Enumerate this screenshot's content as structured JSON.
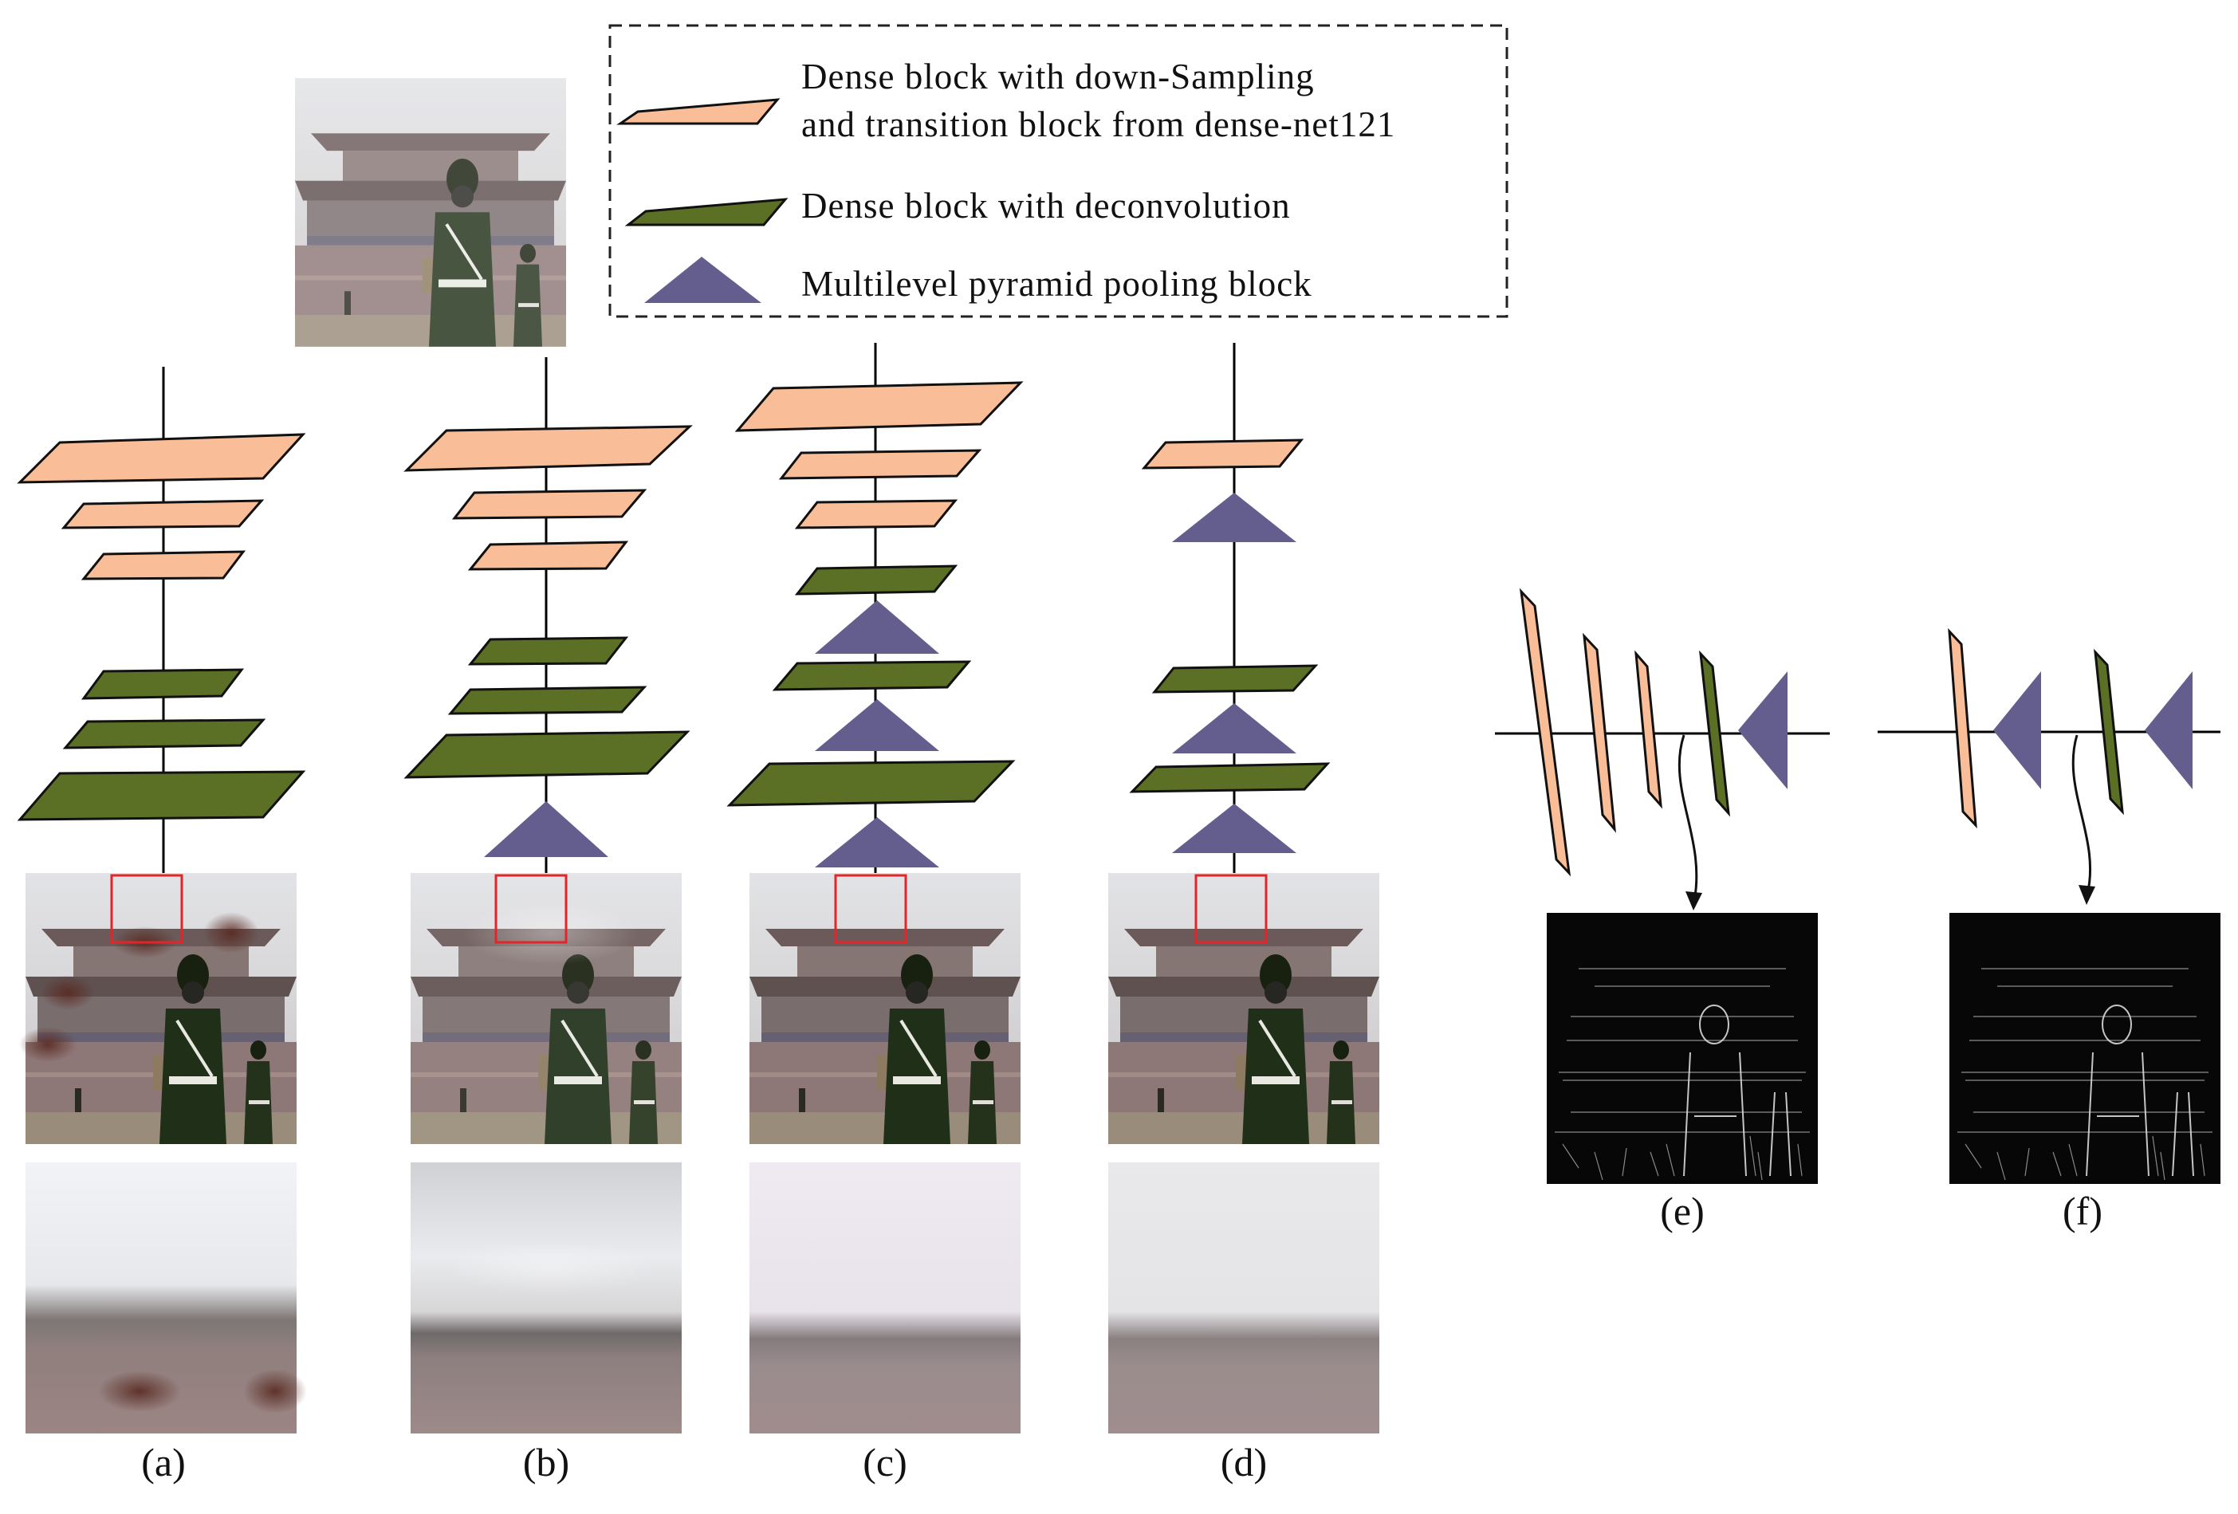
{
  "legend": {
    "line1": "Dense block with down-Sampling",
    "line2": "and transition block from dense-net121",
    "line3": "Dense  block  with  deconvolution",
    "line4": "Multilevel pyramid pooling block"
  },
  "panel_labels": {
    "a": "(a)",
    "b": "(b)",
    "c": "(c)",
    "d": "(d)",
    "e": "(e)",
    "f": "(f)"
  },
  "colors": {
    "downsampling_block": "#F9BE97",
    "deconvolution_block": "#5B7025",
    "pyramid_pooling_block": "#645E8E",
    "highlight_box": "#E0262B",
    "line": "#000000"
  },
  "icons": {
    "downsampling_block": "orange-parallelogram-icon",
    "deconvolution_block": "green-parallelogram-icon",
    "pyramid_pooling_block": "purple-triangle-icon"
  }
}
